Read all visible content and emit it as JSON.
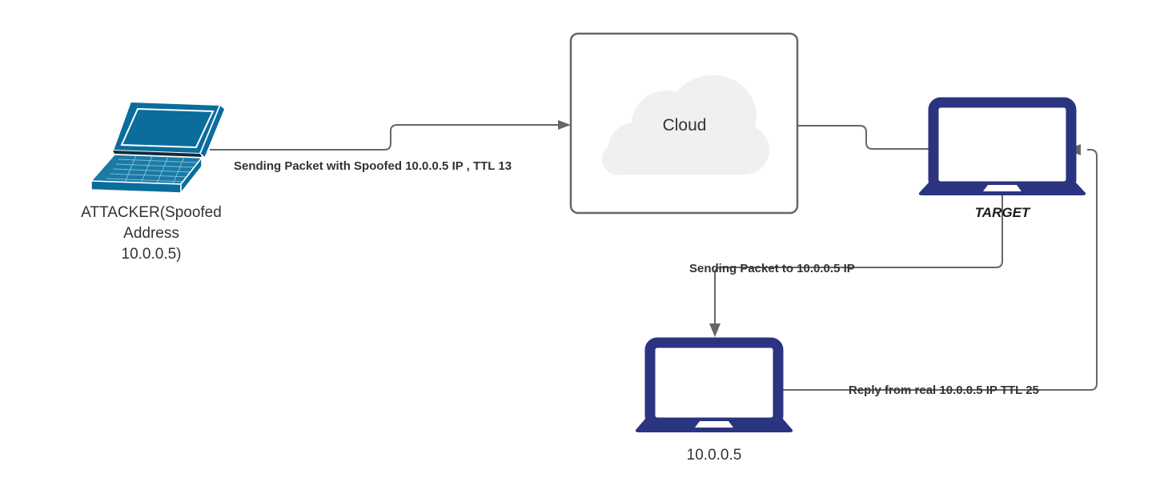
{
  "diagram": {
    "title": "IP Spoofing / TTL Reply Network Diagram",
    "colors": {
      "attacker_device": "#0a6d9c",
      "target_device": "#2b3480",
      "victim_device": "#2b3480",
      "connector": "#666666",
      "cloud_fill": "#f0f0f0",
      "box_border": "#666666",
      "label_text": "#333333"
    },
    "nodes": [
      {
        "id": "attacker",
        "icon": "laptop-icon",
        "label": "ATTACKER(Spoofed\nAddress\n10.0.0.5)",
        "label_lines": [
          "ATTACKER(Spoofed",
          "Address",
          "10.0.0.5)"
        ],
        "color": "#0a6d9c"
      },
      {
        "id": "cloud",
        "icon": "cloud-icon",
        "label": "Cloud",
        "shape": "rounded-rectangle"
      },
      {
        "id": "target",
        "icon": "laptop-icon",
        "label": "TARGET",
        "color": "#2b3480"
      },
      {
        "id": "victim",
        "icon": "laptop-icon",
        "label": "10.0.0.5",
        "color": "#2b3480"
      }
    ],
    "edges": [
      {
        "id": "attacker-to-cloud",
        "from": "attacker",
        "to": "cloud",
        "label": "Sending Packet with Spoofed 10.0.0.5 IP , TTL 13",
        "arrow": true
      },
      {
        "id": "cloud-to-target",
        "from": "cloud",
        "to": "target",
        "label": "",
        "arrow": false
      },
      {
        "id": "target-to-victim",
        "from": "target",
        "to": "victim",
        "label": "Sending Packet to 10.0.0.5 IP",
        "arrow": true
      },
      {
        "id": "victim-to-target",
        "from": "victim",
        "to": "target",
        "label": "Reply from real 10.0.0.5 IP TTL 25",
        "arrow": true
      }
    ]
  }
}
